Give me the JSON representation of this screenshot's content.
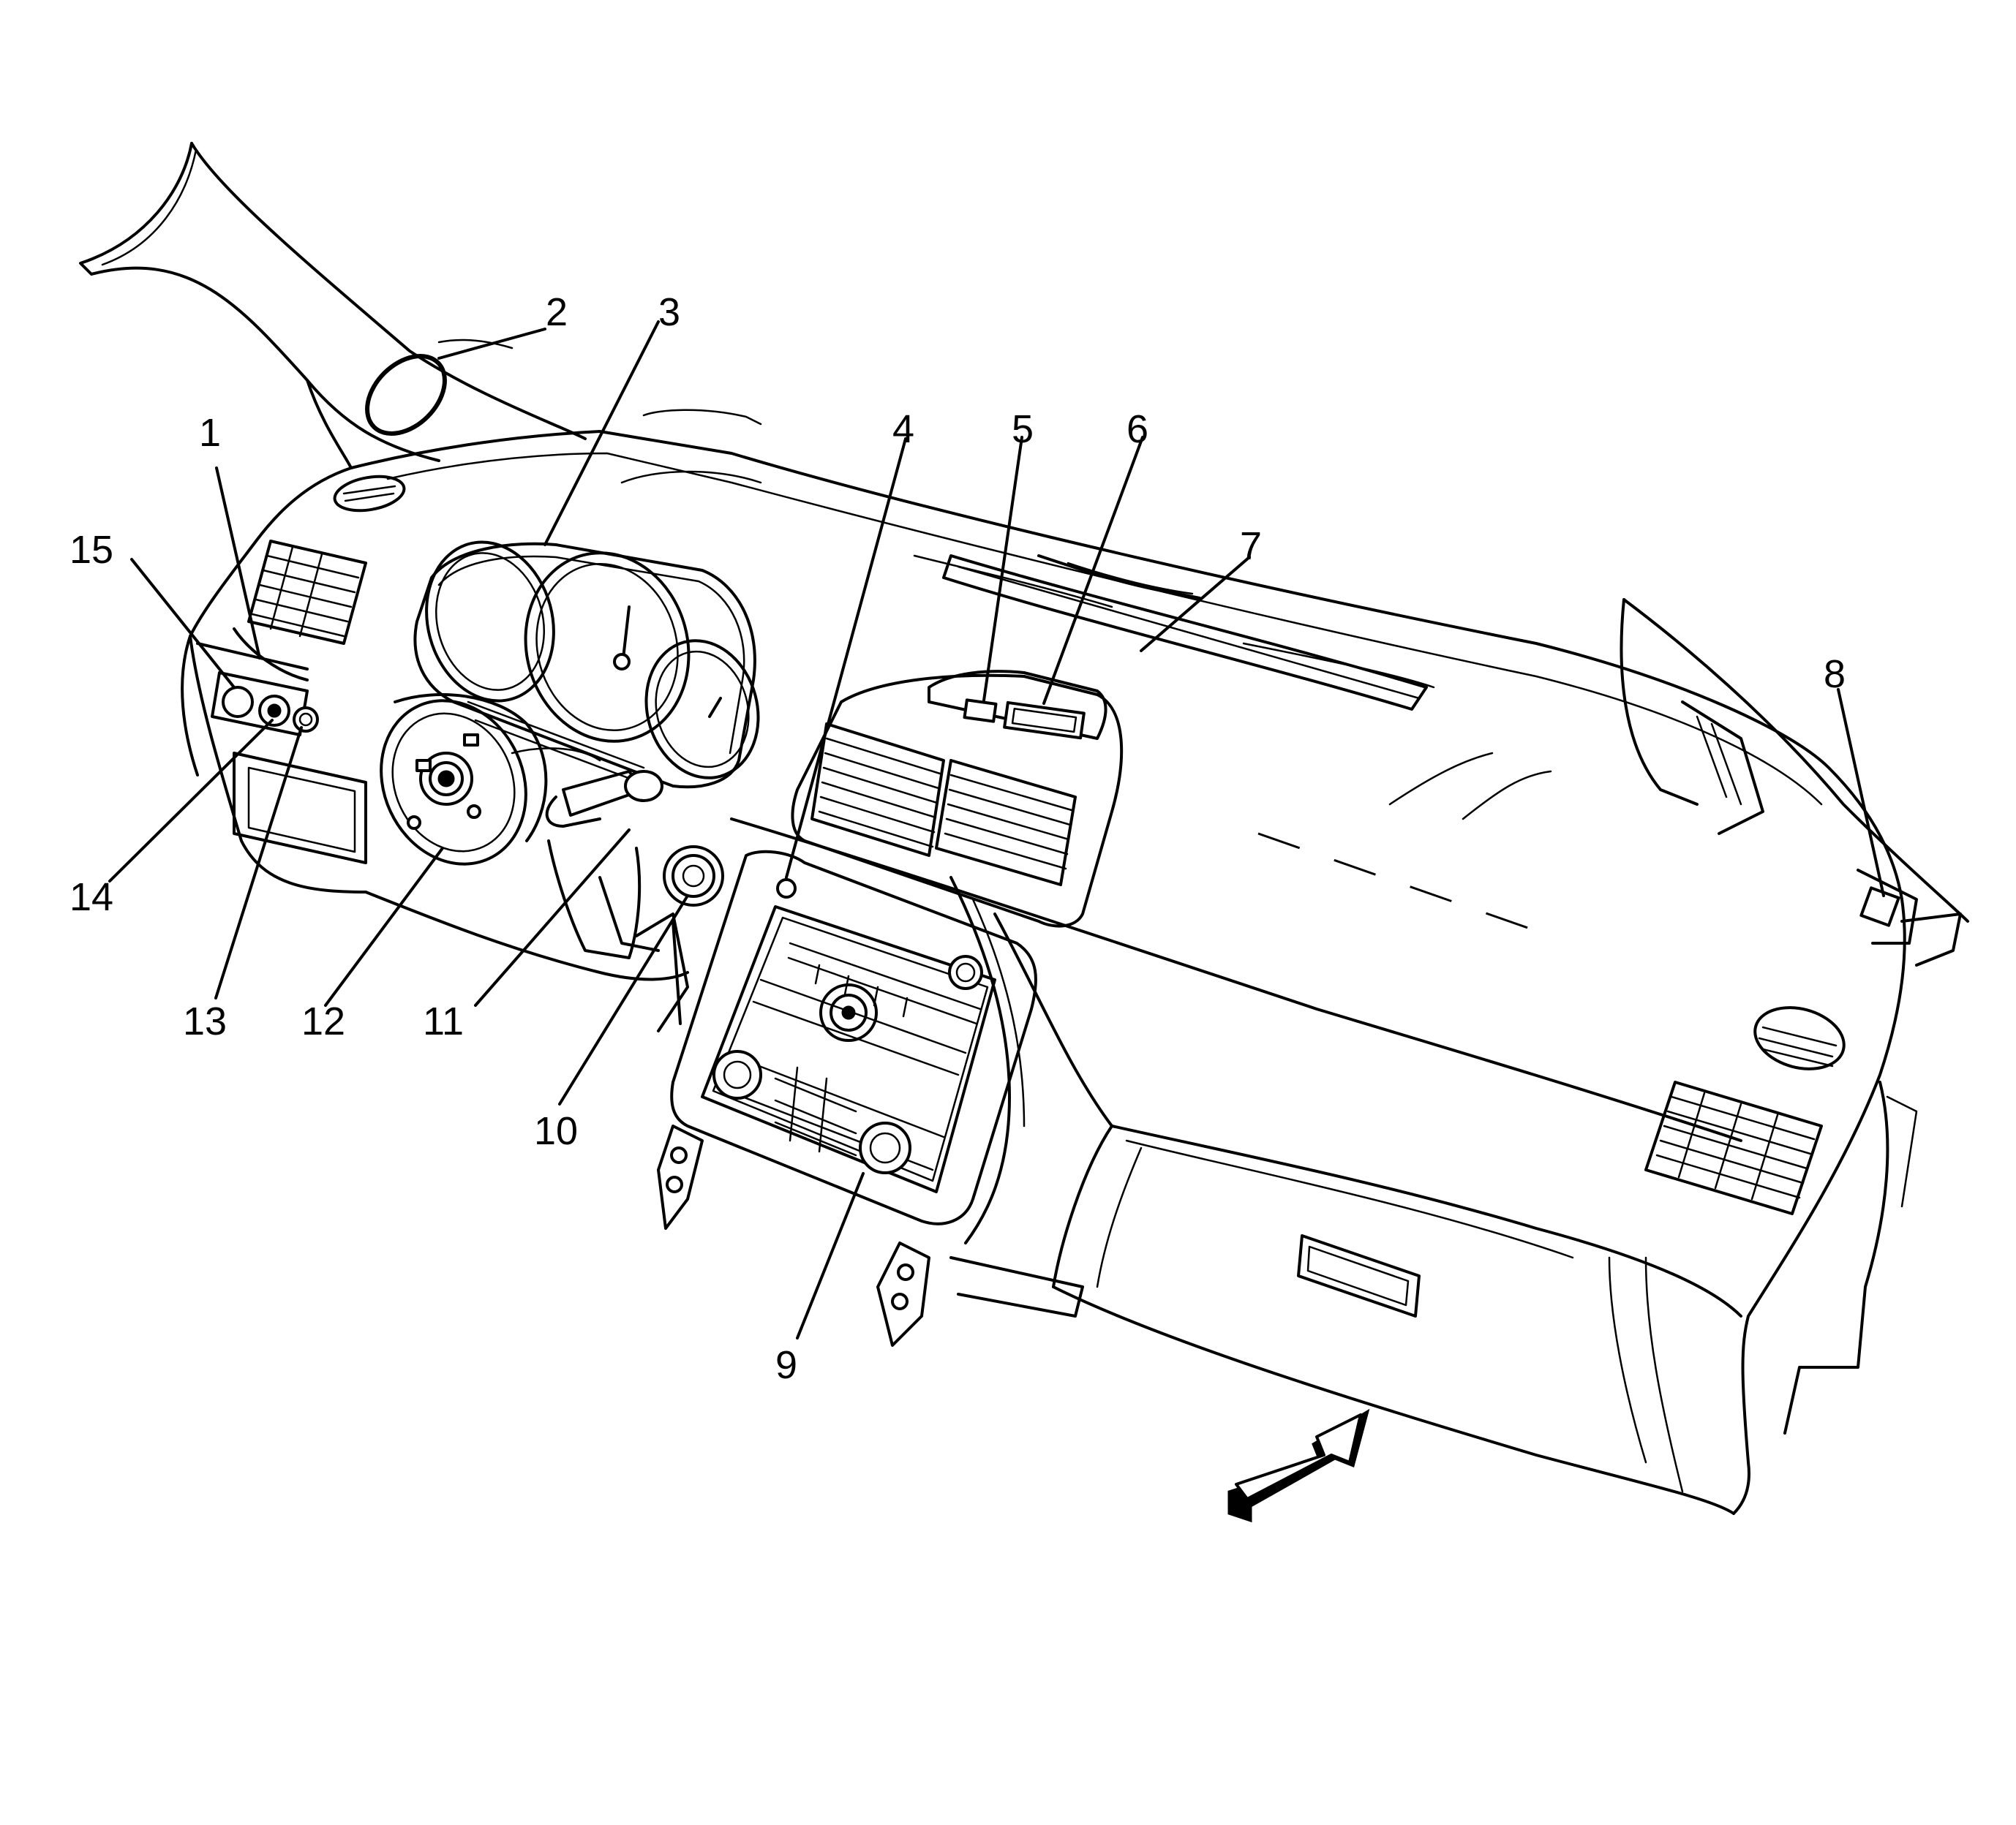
{
  "callouts": [
    {
      "id": "c1",
      "label": "1"
    },
    {
      "id": "c2",
      "label": "2"
    },
    {
      "id": "c3",
      "label": "3"
    },
    {
      "id": "c4",
      "label": "4"
    },
    {
      "id": "c5",
      "label": "5"
    },
    {
      "id": "c6",
      "label": "6"
    },
    {
      "id": "c7",
      "label": "7"
    },
    {
      "id": "c8",
      "label": "8"
    },
    {
      "id": "c9",
      "label": "9"
    },
    {
      "id": "c10",
      "label": "10"
    },
    {
      "id": "c11",
      "label": "11"
    },
    {
      "id": "c12",
      "label": "12"
    },
    {
      "id": "c13",
      "label": "13"
    },
    {
      "id": "c14",
      "label": "14"
    },
    {
      "id": "c15",
      "label": "15"
    }
  ],
  "icons": {
    "view_direction": "view-direction-arrow-icon"
  }
}
